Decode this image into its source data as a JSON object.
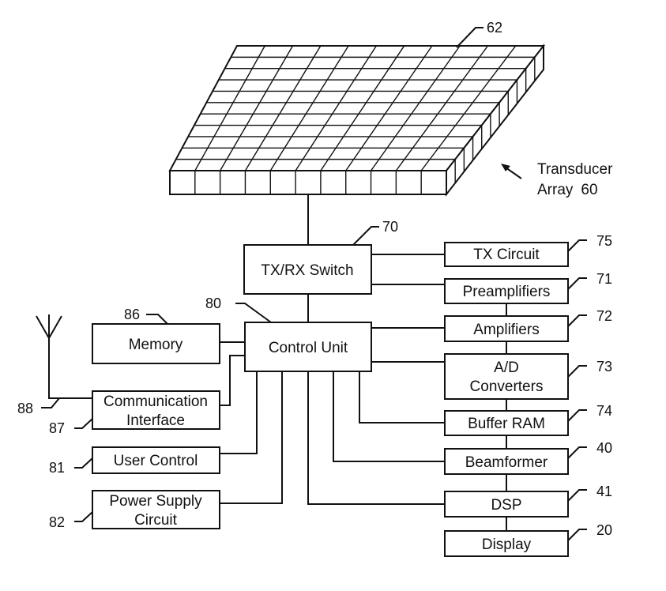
{
  "transducer_label": {
    "line1": "Transducer",
    "line2": "Array",
    "ref": "60"
  },
  "array_ref": "62",
  "blocks": {
    "txrx_switch": {
      "label": "TX/RX Switch",
      "ref": "70"
    },
    "control_unit": {
      "label": "Control Unit",
      "ref": "80"
    },
    "memory": {
      "label": "Memory",
      "ref": "86"
    },
    "comm_interface": {
      "line1": "Communication",
      "line2": "Interface",
      "ref": "87"
    },
    "antenna": {
      "ref": "88"
    },
    "user_control": {
      "label": "User Control",
      "ref": "81"
    },
    "power_supply": {
      "line1": "Power Supply",
      "line2": "Circuit",
      "ref": "82"
    },
    "tx_circuit": {
      "label": "TX Circuit",
      "ref": "75"
    },
    "preamplifiers": {
      "label": "Preamplifiers",
      "ref": "71"
    },
    "amplifiers": {
      "label": "Amplifiers",
      "ref": "72"
    },
    "ad_converters": {
      "line1": "A/D",
      "line2": "Converters",
      "ref": "73"
    },
    "buffer_ram": {
      "label": "Buffer RAM",
      "ref": "74"
    },
    "beamformer": {
      "label": "Beamformer",
      "ref": "40"
    },
    "dsp": {
      "label": "DSP",
      "ref": "41"
    },
    "display": {
      "label": "Display",
      "ref": "20"
    }
  }
}
